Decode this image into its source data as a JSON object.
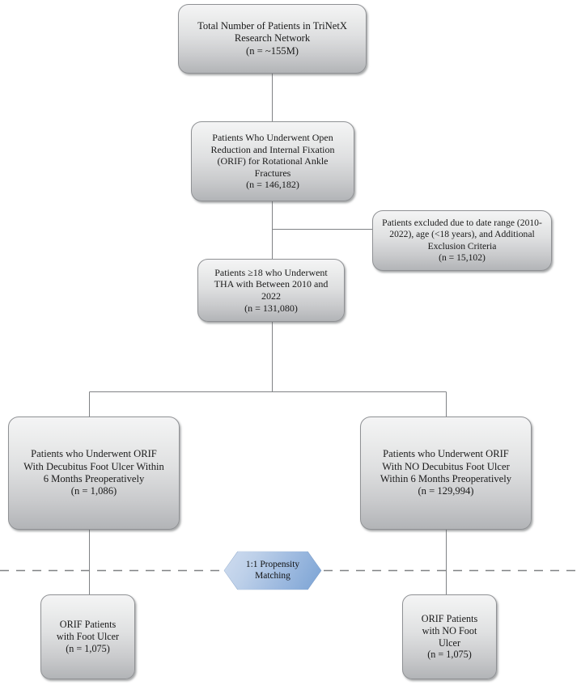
{
  "figure": {
    "type": "flowchart",
    "kind": "patient-selection-consort-diagram",
    "background_color": "#ffffff",
    "node_fill_top": "#f4f4f5",
    "node_fill_bottom": "#b2b4b7",
    "node_border_color": "#8f9194",
    "connector_color": "#808285",
    "hexagon_fill_start": "#cfdcef",
    "hexagon_fill_end": "#7ba3d4",
    "dashed_line_color": "#808285"
  },
  "nodes": {
    "total": {
      "lines": [
        "Total Number of Patients in TriNetX",
        "Research Network",
        "(n = ~155M)"
      ],
      "count_label": "(n = ~155M)",
      "count_value": "~155M"
    },
    "orif": {
      "lines": [
        "Patients Who Underwent Open",
        "Reduction and Internal Fixation",
        "(ORIF) for Rotational Ankle",
        "Fractures",
        "(n = 146,182)"
      ],
      "count_label": "(n = 146,182)",
      "count_value": "146,182"
    },
    "excluded": {
      "lines": [
        "Patients excluded due to date range (2010-",
        "2022), age (<18 years), and Additional",
        "Exclusion Criteria",
        "(n = 15,102)"
      ],
      "count_label": "(n = 15,102)",
      "count_value": "15,102"
    },
    "eligible": {
      "lines": [
        "Patients ≥18 who Underwent",
        "THA with Between 2010 and",
        "2022",
        "(n = 131,080)"
      ],
      "count_label": "(n = 131,080)",
      "count_value": "131,080"
    },
    "ulcer": {
      "lines": [
        "Patients who Underwent ORIF",
        "With Decubitus Foot Ulcer Within",
        "6 Months Preoperatively",
        "(n = 1,086)"
      ],
      "count_label": "(n = 1,086)",
      "count_value": "1,086"
    },
    "noulcer": {
      "lines": [
        "Patients who Underwent ORIF",
        "With NO Decubitus Foot Ulcer",
        "Within 6 Months Preoperatively",
        "(n = 129,994)"
      ],
      "count_label": "(n = 129,994)",
      "count_value": "129,994"
    },
    "matching": {
      "lines": [
        "1:1 Propensity",
        "Matching"
      ],
      "ratio": "1:1"
    },
    "matched_ulcer": {
      "lines": [
        "ORIF Patients",
        "with Foot Ulcer",
        "(n = 1,075)"
      ],
      "count_label": "(n = 1,075)",
      "count_value": "1,075"
    },
    "matched_noulcer": {
      "lines": [
        "ORIF Patients",
        "with NO Foot",
        "Ulcer",
        "(n = 1,075)"
      ],
      "count_label": "(n = 1,075)",
      "count_value": "1,075"
    }
  }
}
